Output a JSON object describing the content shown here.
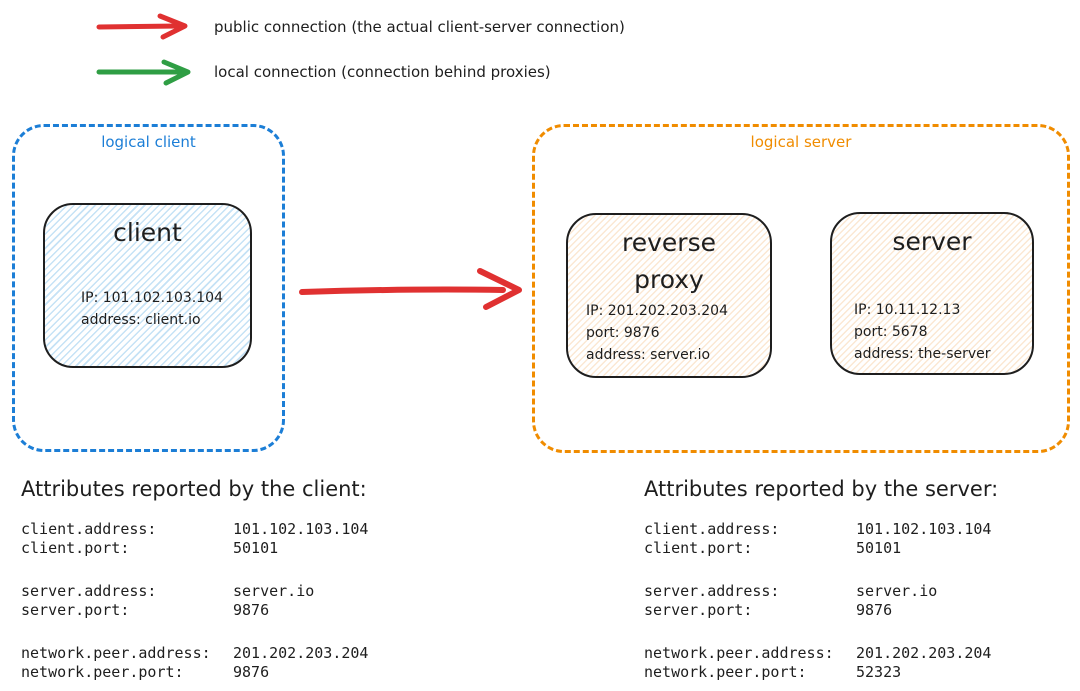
{
  "legend": {
    "public": {
      "label": "public connection (the actual client-server connection)",
      "color": "#e03131"
    },
    "local": {
      "label": "local connection (connection behind proxies)",
      "color": "#2f9e44"
    }
  },
  "diagram": {
    "logical_client": {
      "label": "logical client",
      "border_color": "#1c7ed6",
      "client_node": {
        "title": "client",
        "lines": [
          "IP: 101.102.103.104",
          "address: client.io"
        ]
      }
    },
    "logical_server": {
      "label": "logical server",
      "border_color": "#f08c00",
      "reverse_proxy_node": {
        "title": "reverse proxy",
        "lines": [
          "IP: 201.202.203.204",
          "port: 9876",
          "address: server.io"
        ]
      },
      "server_node": {
        "title": "server",
        "lines": [
          "IP: 10.11.12.13",
          "port: 5678",
          "address: the-server"
        ]
      }
    }
  },
  "attributes_client": {
    "heading": "Attributes reported by the client:",
    "groups": [
      {
        "rows": [
          {
            "key": "client.address:",
            "value": "101.102.103.104"
          },
          {
            "key": "client.port:",
            "value": "50101"
          }
        ]
      },
      {
        "rows": [
          {
            "key": "server.address:",
            "value": "server.io"
          },
          {
            "key": "server.port:",
            "value": "9876"
          }
        ]
      },
      {
        "rows": [
          {
            "key": "network.peer.address:",
            "value": "201.202.203.204"
          },
          {
            "key": "network.peer.port:",
            "value": "9876"
          }
        ]
      }
    ]
  },
  "attributes_server": {
    "heading": "Attributes reported by the server:",
    "groups": [
      {
        "rows": [
          {
            "key": "client.address:",
            "value": "101.102.103.104"
          },
          {
            "key": "client.port:",
            "value": "50101"
          }
        ]
      },
      {
        "rows": [
          {
            "key": "server.address:",
            "value": "server.io"
          },
          {
            "key": "server.port:",
            "value": "9876"
          }
        ]
      },
      {
        "rows": [
          {
            "key": "network.peer.address:",
            "value": "201.202.203.204"
          },
          {
            "key": "network.peer.port:",
            "value": "52323"
          }
        ]
      }
    ]
  }
}
